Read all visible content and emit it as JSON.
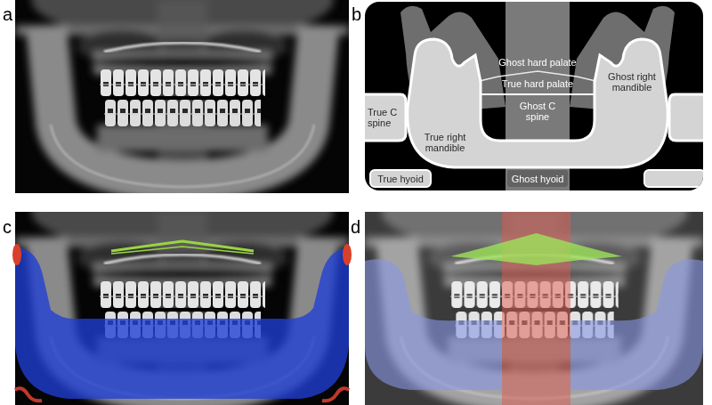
{
  "diagram": {
    "labels": [
      "a",
      "b",
      "c",
      "d",
      "Ghost hard palate",
      "True hard palate",
      "Ghost right mandible",
      "True C spine",
      "True right mandible",
      "Ghost C spine",
      "True hyoid",
      "Ghost hyoid"
    ]
  }
}
